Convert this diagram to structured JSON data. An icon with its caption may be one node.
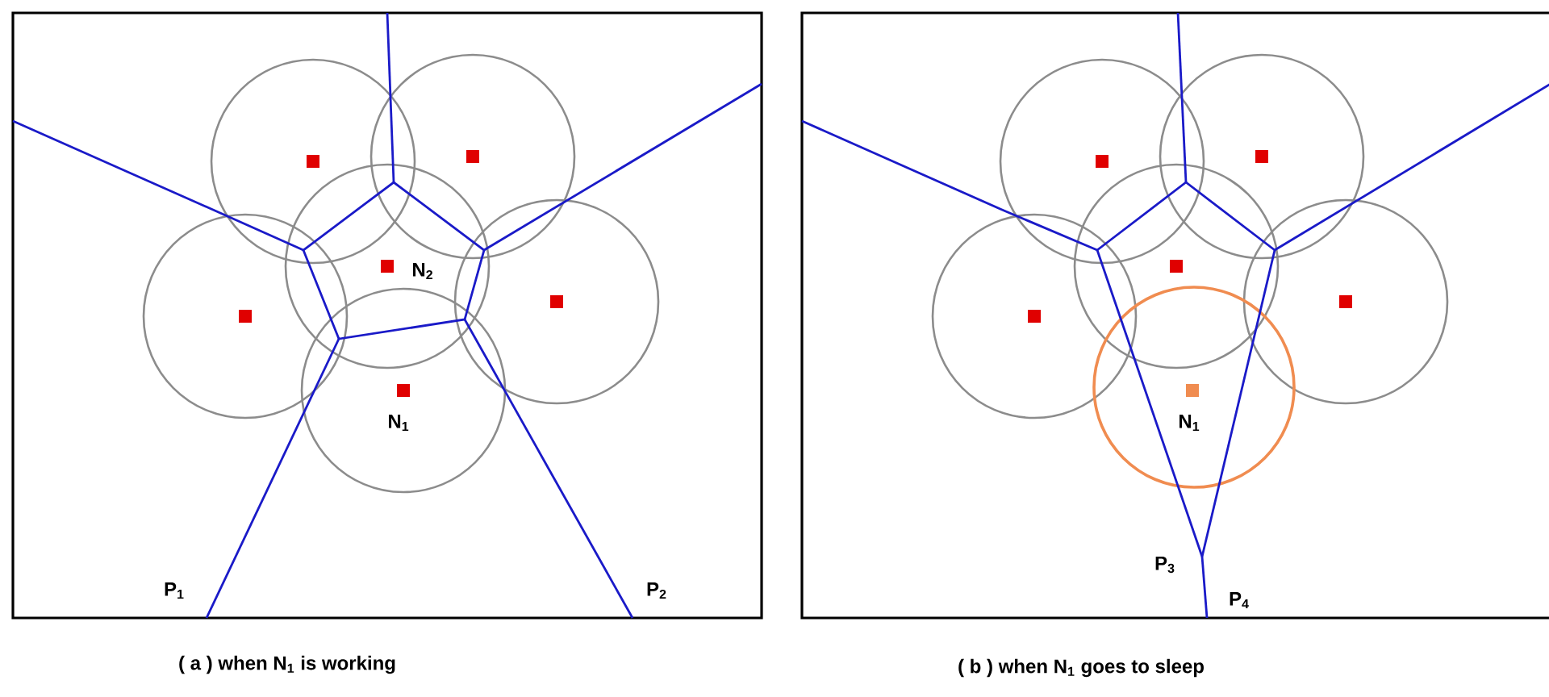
{
  "diagram": {
    "labels": [
      "N$_{2}$",
      "N$_{1}$",
      "P$_{1}$",
      "P$_{2}$",
      "N$_{1}$",
      "P$_{3}$",
      "P$_{4}$",
      "( a ) when N$_{1}$ is working",
      "( b ) when N$_{1}$ goes to sleep"
    ]
  }
}
